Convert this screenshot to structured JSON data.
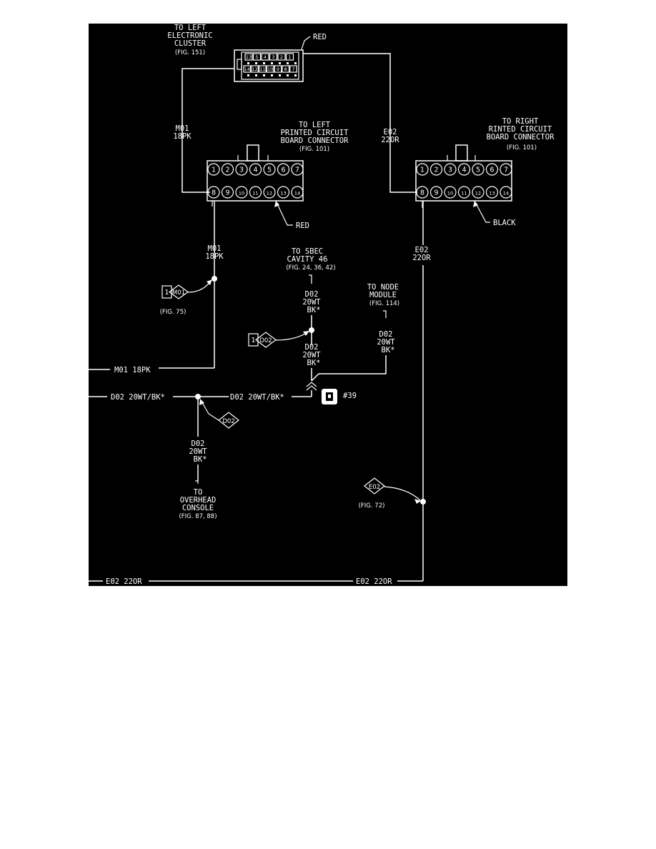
{
  "colors": {
    "background": "#000000",
    "ink": "#ffffff",
    "page": "#ffffff"
  },
  "cluster": {
    "title": [
      "TO LEFT",
      "ELECTRONIC",
      "CLUSTER"
    ],
    "fig": "(FIG. 151)",
    "color_label": "RED",
    "top_pins": [
      "13",
      "5",
      "4",
      "3",
      "2",
      "1"
    ],
    "bottom_pins": [
      "14",
      "12",
      "11",
      "10",
      "9",
      "8",
      "7"
    ]
  },
  "left_pcb": {
    "title": [
      "TO LEFT",
      "PRINTED CIRCUIT",
      "BOARD CONNECTOR"
    ],
    "fig": "(FIG. 101)",
    "color_label": "RED",
    "top_pins": [
      "1",
      "2",
      "3",
      "4",
      "5",
      "6",
      "7"
    ],
    "bottom_pins": [
      "8",
      "9",
      "10",
      "11",
      "12",
      "13",
      "14"
    ]
  },
  "right_pcb": {
    "title": [
      "TO RIGHT",
      "RINTED CIRCUIT",
      "BOARD CONNECTOR"
    ],
    "fig": "(FIG. 101)",
    "color_label": "BLACK",
    "top_pins": [
      "1",
      "2",
      "3",
      "4",
      "5",
      "6",
      "7"
    ],
    "bottom_pins": [
      "8",
      "9",
      "10",
      "11",
      "12",
      "13",
      "14"
    ]
  },
  "wires": {
    "m01_upper": [
      "M01",
      "18PK"
    ],
    "e02_upper": [
      "E02",
      "22OR"
    ],
    "m01_lower": [
      "M01",
      "18PK"
    ],
    "e02_lower": [
      "E02",
      "22OR"
    ],
    "m01_horizontal": "M01 18PK",
    "d02_sbec": [
      "D02",
      "20WT",
      "BK*"
    ],
    "d02_mid": [
      "D02",
      "20WT",
      "BK*"
    ],
    "d02_node": [
      "D02",
      "20WT",
      "BK*"
    ],
    "d02_left": "D02 20WT/BK*",
    "d02_right": "D02 20WT/BK*",
    "d02_down": [
      "D02",
      "20WT",
      "BK*"
    ],
    "e02_bottom_left": "E02 22OR",
    "e02_bottom_right": "E02 22OR"
  },
  "sbec": {
    "title": [
      "TO SBEC",
      "CAVITY 46"
    ],
    "fig": "(FIG. 24, 36, 42)"
  },
  "node_module": {
    "title": [
      "TO NODE",
      "MODULE"
    ],
    "fig": "(FIG. 114)"
  },
  "overhead": {
    "title": [
      "TO",
      "OVERHEAD",
      "CONSOLE"
    ],
    "fig": "(FIG. 87, 88)"
  },
  "tags": {
    "m01": {
      "number": "1",
      "code": "M01",
      "fig": "(FIG. 75)"
    },
    "d02_sbec": {
      "number": "1",
      "code": "D02"
    },
    "d02_splice": {
      "code": "D02"
    },
    "e02": {
      "code": "E02",
      "fig": "(FIG. 72)"
    }
  },
  "ground": {
    "label": "#39"
  }
}
